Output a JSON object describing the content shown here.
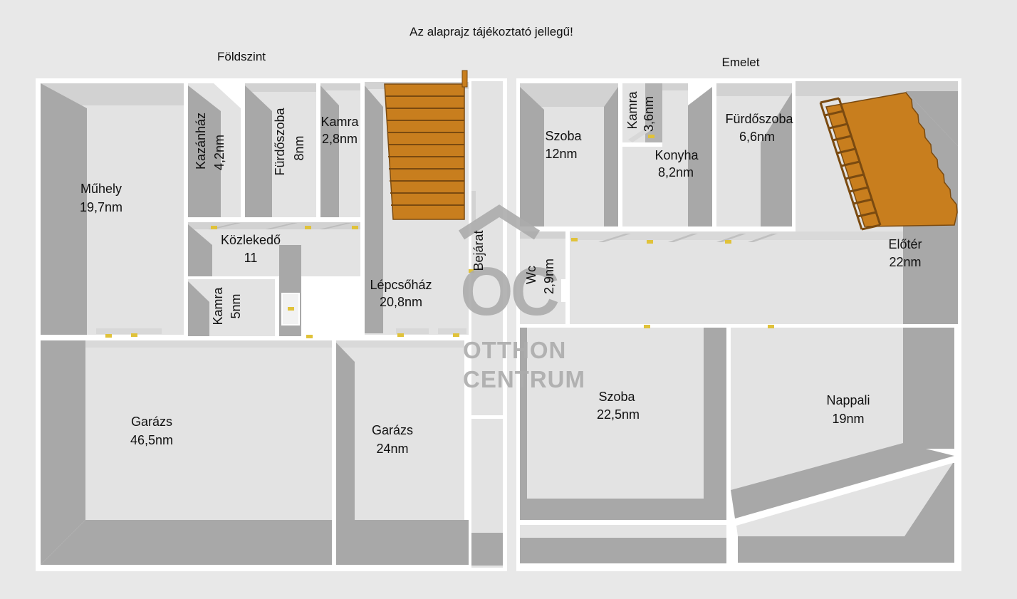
{
  "page": {
    "disclaimer": "Az alaprajz tájékoztató jellegű!"
  },
  "watermark": {
    "monogram": "OC",
    "line1": "OTTHON",
    "line2": "CENTRUM"
  },
  "colors": {
    "background": "#e8e8e8",
    "floor": "#e3e3e3",
    "wall": "#a8a8a8",
    "wall_light": "#d2d2d2",
    "stairs": "#c87e1e",
    "stairs_dark": "#7a4a10",
    "door_marker": "#e0c23a",
    "watermark": "#acacac",
    "text": "#111111"
  },
  "plans": {
    "ground": {
      "name": "Földszint",
      "rooms": {
        "muhely": {
          "label": "Műhely",
          "area": "19,7nm"
        },
        "kazanhaz": {
          "label": "Kazánház",
          "area": "4,2nm"
        },
        "furdoszoba": {
          "label": "Fürdőszoba",
          "area": "8nm"
        },
        "kamra_kis": {
          "label": "Kamra",
          "area": "2,8nm"
        },
        "kozlekedo": {
          "label": "Közlekedő",
          "area": "11"
        },
        "kamra": {
          "label": "Kamra",
          "area": "5nm"
        },
        "lepcsohaz": {
          "label": "Lépcsőház",
          "area": "20,8nm"
        },
        "bejarat": {
          "label": "Bejárat"
        },
        "garazs_nagy": {
          "label": "Garázs",
          "area": "46,5nm"
        },
        "garazs_kis": {
          "label": "Garázs",
          "area": "24nm"
        }
      }
    },
    "upper": {
      "name": "Emelet",
      "rooms": {
        "szoba_kis": {
          "label": "Szoba",
          "area": "12nm"
        },
        "kamra": {
          "label": "Kamra",
          "area": "3,6nm"
        },
        "konyha": {
          "label": "Konyha",
          "area": "8,2nm"
        },
        "furdoszoba": {
          "label": "Fürdőszoba",
          "area": "6,6nm"
        },
        "wc": {
          "label": "Wc",
          "area": "2,9nm"
        },
        "eloter": {
          "label": "Előtér",
          "area": "22nm"
        },
        "szoba_nagy": {
          "label": "Szoba",
          "area": "22,5nm"
        },
        "nappali": {
          "label": "Nappali",
          "area": "19nm"
        }
      }
    }
  }
}
